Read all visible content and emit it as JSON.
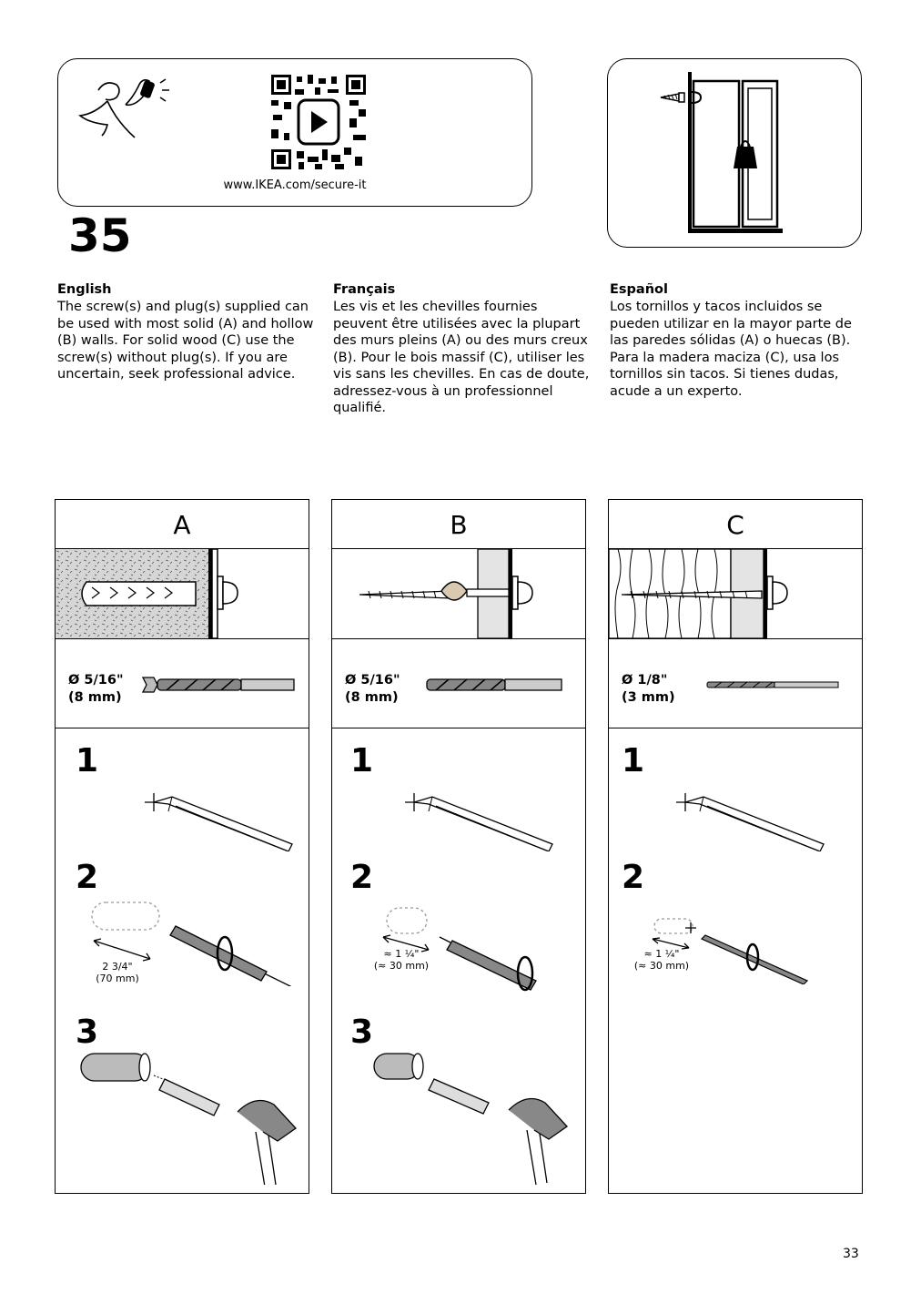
{
  "header": {
    "url": "www.IKEA.com/secure-it",
    "step_number": "35"
  },
  "languages": [
    {
      "title": "English",
      "body": "The screw(s) and plug(s) supplied can be used with most solid (A) and hollow (B) walls. For solid wood (C) use the screw(s) without plug(s). If you are uncertain, seek professional advice."
    },
    {
      "title": "Français",
      "body": "Les vis et les chevilles fournies peuvent être utilisées avec la plupart des murs pleins (A) ou des murs creux (B). Pour le bois massif (C), utiliser les vis sans les chevilles. En cas de doute, adressez-vous à un professionnel qualifié."
    },
    {
      "title": "Español",
      "body": "Los tornillos y tacos incluidos se pueden utilizar en la mayor parte de las paredes sólidas (A) o huecas (B). Para la madera maciza (C), usa los tornillos sin tacos. Si tienes dudas, acude a un experto."
    }
  ],
  "columns": [
    {
      "letter": "A",
      "drill_size": "Ø 5/16\"",
      "drill_mm": "(8 mm)",
      "steps": [
        "1",
        "2",
        "3"
      ],
      "depth": "2 3/4\"",
      "depth_mm": "(70 mm)"
    },
    {
      "letter": "B",
      "drill_size": "Ø 5/16\"",
      "drill_mm": "(8 mm)",
      "steps": [
        "1",
        "2",
        "3"
      ],
      "depth": "≈ 1 ¼\"",
      "depth_mm": "(≈ 30 mm)"
    },
    {
      "letter": "C",
      "drill_size": "Ø 1/8\"",
      "drill_mm": "(3 mm)",
      "steps": [
        "1",
        "2"
      ],
      "depth": "≈ 1 ¼\"",
      "depth_mm": "(≈ 30 mm)"
    }
  ],
  "page_number": "33",
  "icons": [
    "person-phone-icon",
    "qr-code-icon",
    "wall-anchor-icon",
    "pencil-icon",
    "drill-icon",
    "hammer-icon",
    "plug-icon"
  ]
}
